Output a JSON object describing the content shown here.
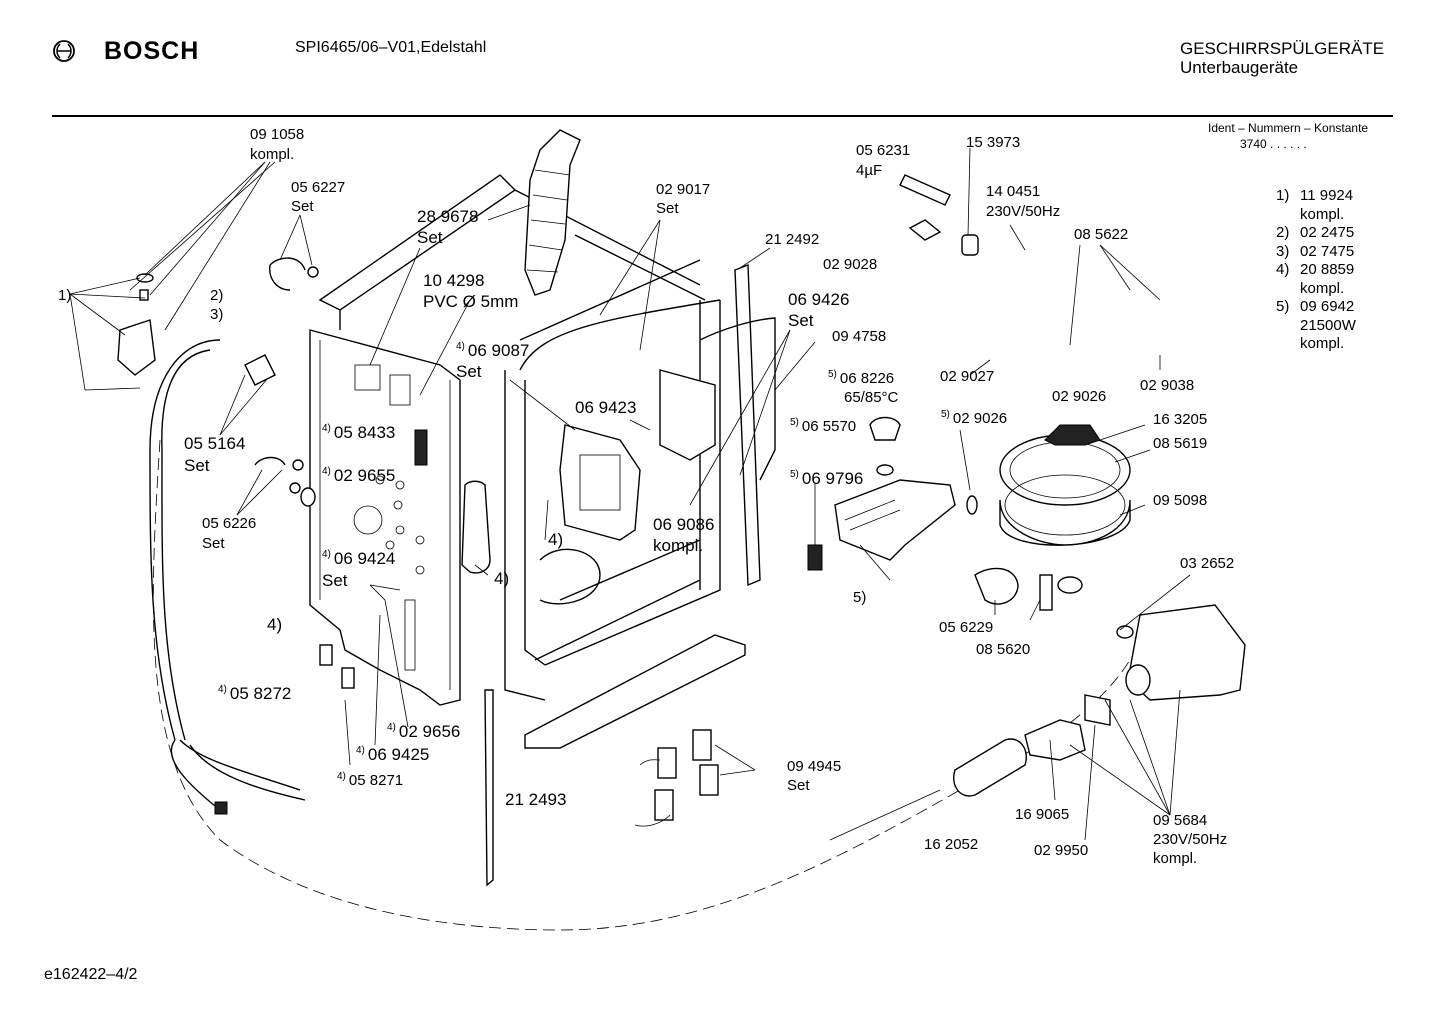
{
  "header": {
    "brand": "BOSCH",
    "model": "SPI6465/06–V01,Edelstahl",
    "category": "GESCHIRRSPÜLGERÄTE",
    "subcategory": "Unterbaugeräte"
  },
  "ident": {
    "title": "Ident – Nummern – Konstante",
    "value": "3740  .  .  .  .  .  ."
  },
  "legend": [
    {
      "key": "1)",
      "number": "11 9924",
      "note": "kompl."
    },
    {
      "key": "2)",
      "number": "02 2475",
      "note": ""
    },
    {
      "key": "3)",
      "number": "02 7475",
      "note": ""
    },
    {
      "key": "4)",
      "number": "20 8859",
      "note": "kompl."
    },
    {
      "key": "5)",
      "number": "09 6942",
      "note": "21500W",
      "note2": "kompl."
    }
  ],
  "labels": {
    "p091058": "09 1058",
    "p091058_s": "kompl.",
    "p056227": "05 6227",
    "p056227_s": "Set",
    "p289678": "28 9678",
    "p289678_s": "Set",
    "p104298": "10 4298",
    "p104298_s": "PVC Ø 5mm",
    "p069087": "06 9087",
    "p069087_s": "Set",
    "p069087_k": "4)",
    "p029017": "02 9017",
    "p029017_s": "Set",
    "p212492": "21 2492",
    "p056231": "05 6231",
    "p056231_s": "4µF",
    "p153973": "15 3973",
    "p140451": "14 0451",
    "p140451_s": "230V/50Hz",
    "p029028": "02 9028",
    "p085622": "08 5622",
    "k1": "1)",
    "k2": "2)",
    "k3": "3)",
    "p069426": "06 9426",
    "p069426_s": "Set",
    "p094758": "09 4758",
    "p068226": "06 8226",
    "p068226_k": "5)",
    "p068226_s": "65/85°C",
    "p055164": "05 5164",
    "p055164_s": "Set",
    "p058433": "05 8433",
    "p058433_k": "4)",
    "p069423": "06 9423",
    "p029027": "02 9027",
    "p029026a": "02 9026",
    "p029038": "02 9038",
    "p029655": "02 9655",
    "p029655_k": "4)",
    "p065570": "06 5570",
    "p065570_k": "5)",
    "p029026b": "02 9026",
    "p029026b_k": "5)",
    "p163205": "16 3205",
    "p085619": "08 5619",
    "p056226": "05 6226",
    "p056226_s": "Set",
    "p069796": "06 9796",
    "p069796_k": "5)",
    "p095098": "09 5098",
    "p069086": "06 9086",
    "p069086_s": "kompl.",
    "k4a": "4)",
    "p069424": "06 9424",
    "p069424_k": "4)",
    "p069424_s": "Set",
    "k4b": "4)",
    "k5": "5)",
    "p032652": "03 2652",
    "k4c": "4)",
    "p056229": "05 6229",
    "p085620": "08 5620",
    "p058272": "05 8272",
    "p058272_k": "4)",
    "p029656": "02 9656",
    "p029656_k": "4)",
    "p069425": "06 9425",
    "p069425_k": "4)",
    "p094945": "09 4945",
    "p094945_s": "Set",
    "p058271": "05 8271",
    "p058271_k": "4)",
    "p212493": "21 2493",
    "p169065": "16 9065",
    "p095684": "09 5684",
    "p095684_s": "230V/50Hz",
    "p095684_k": "kompl.",
    "p162052": "16 2052",
    "p029950": "02 9950"
  },
  "footer": {
    "doc_id": "e162422–4/2"
  }
}
